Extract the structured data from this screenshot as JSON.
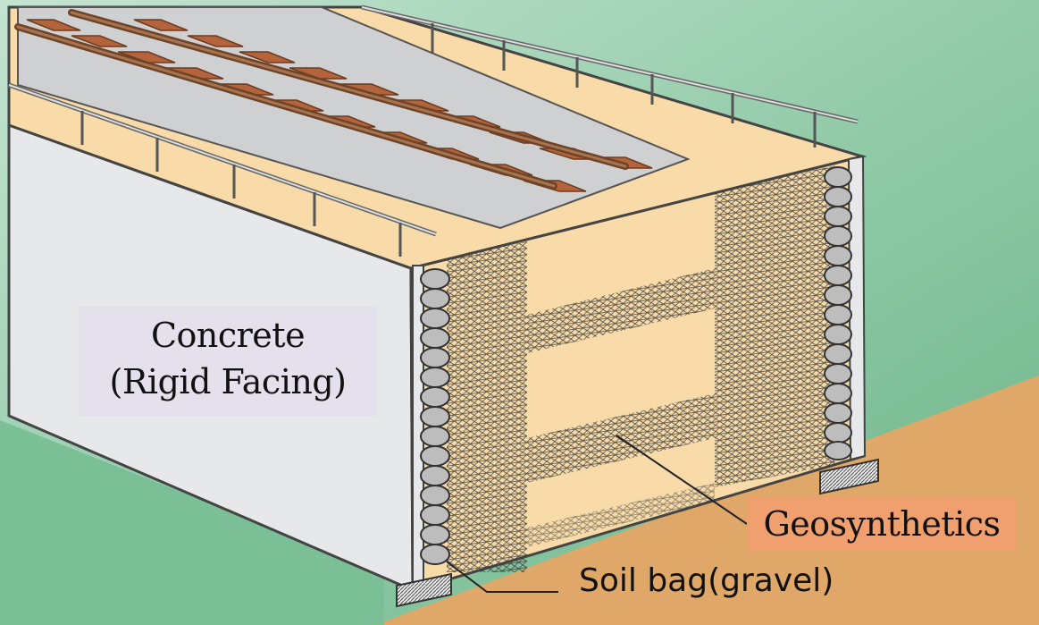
{
  "labels": {
    "concrete_line1": "Concrete",
    "concrete_line2": "(Rigid Facing)",
    "geosynthetics": "Geosynthetics",
    "soil_bag": "Soil bag(gravel)"
  },
  "colors": {
    "background_green": "#7bbf96",
    "background_light_green": "#b9dcc7",
    "ground": "#e0a868",
    "backfill": "#f8dba8",
    "ballast": "#cfd0d2",
    "concrete_face": "#e6e8e9",
    "sleeper": "#b4643c",
    "rail": "#8a5a36",
    "concrete_label_bg": "#e4e0ec",
    "geosynthetics_label_bg": "#f0a06e"
  }
}
